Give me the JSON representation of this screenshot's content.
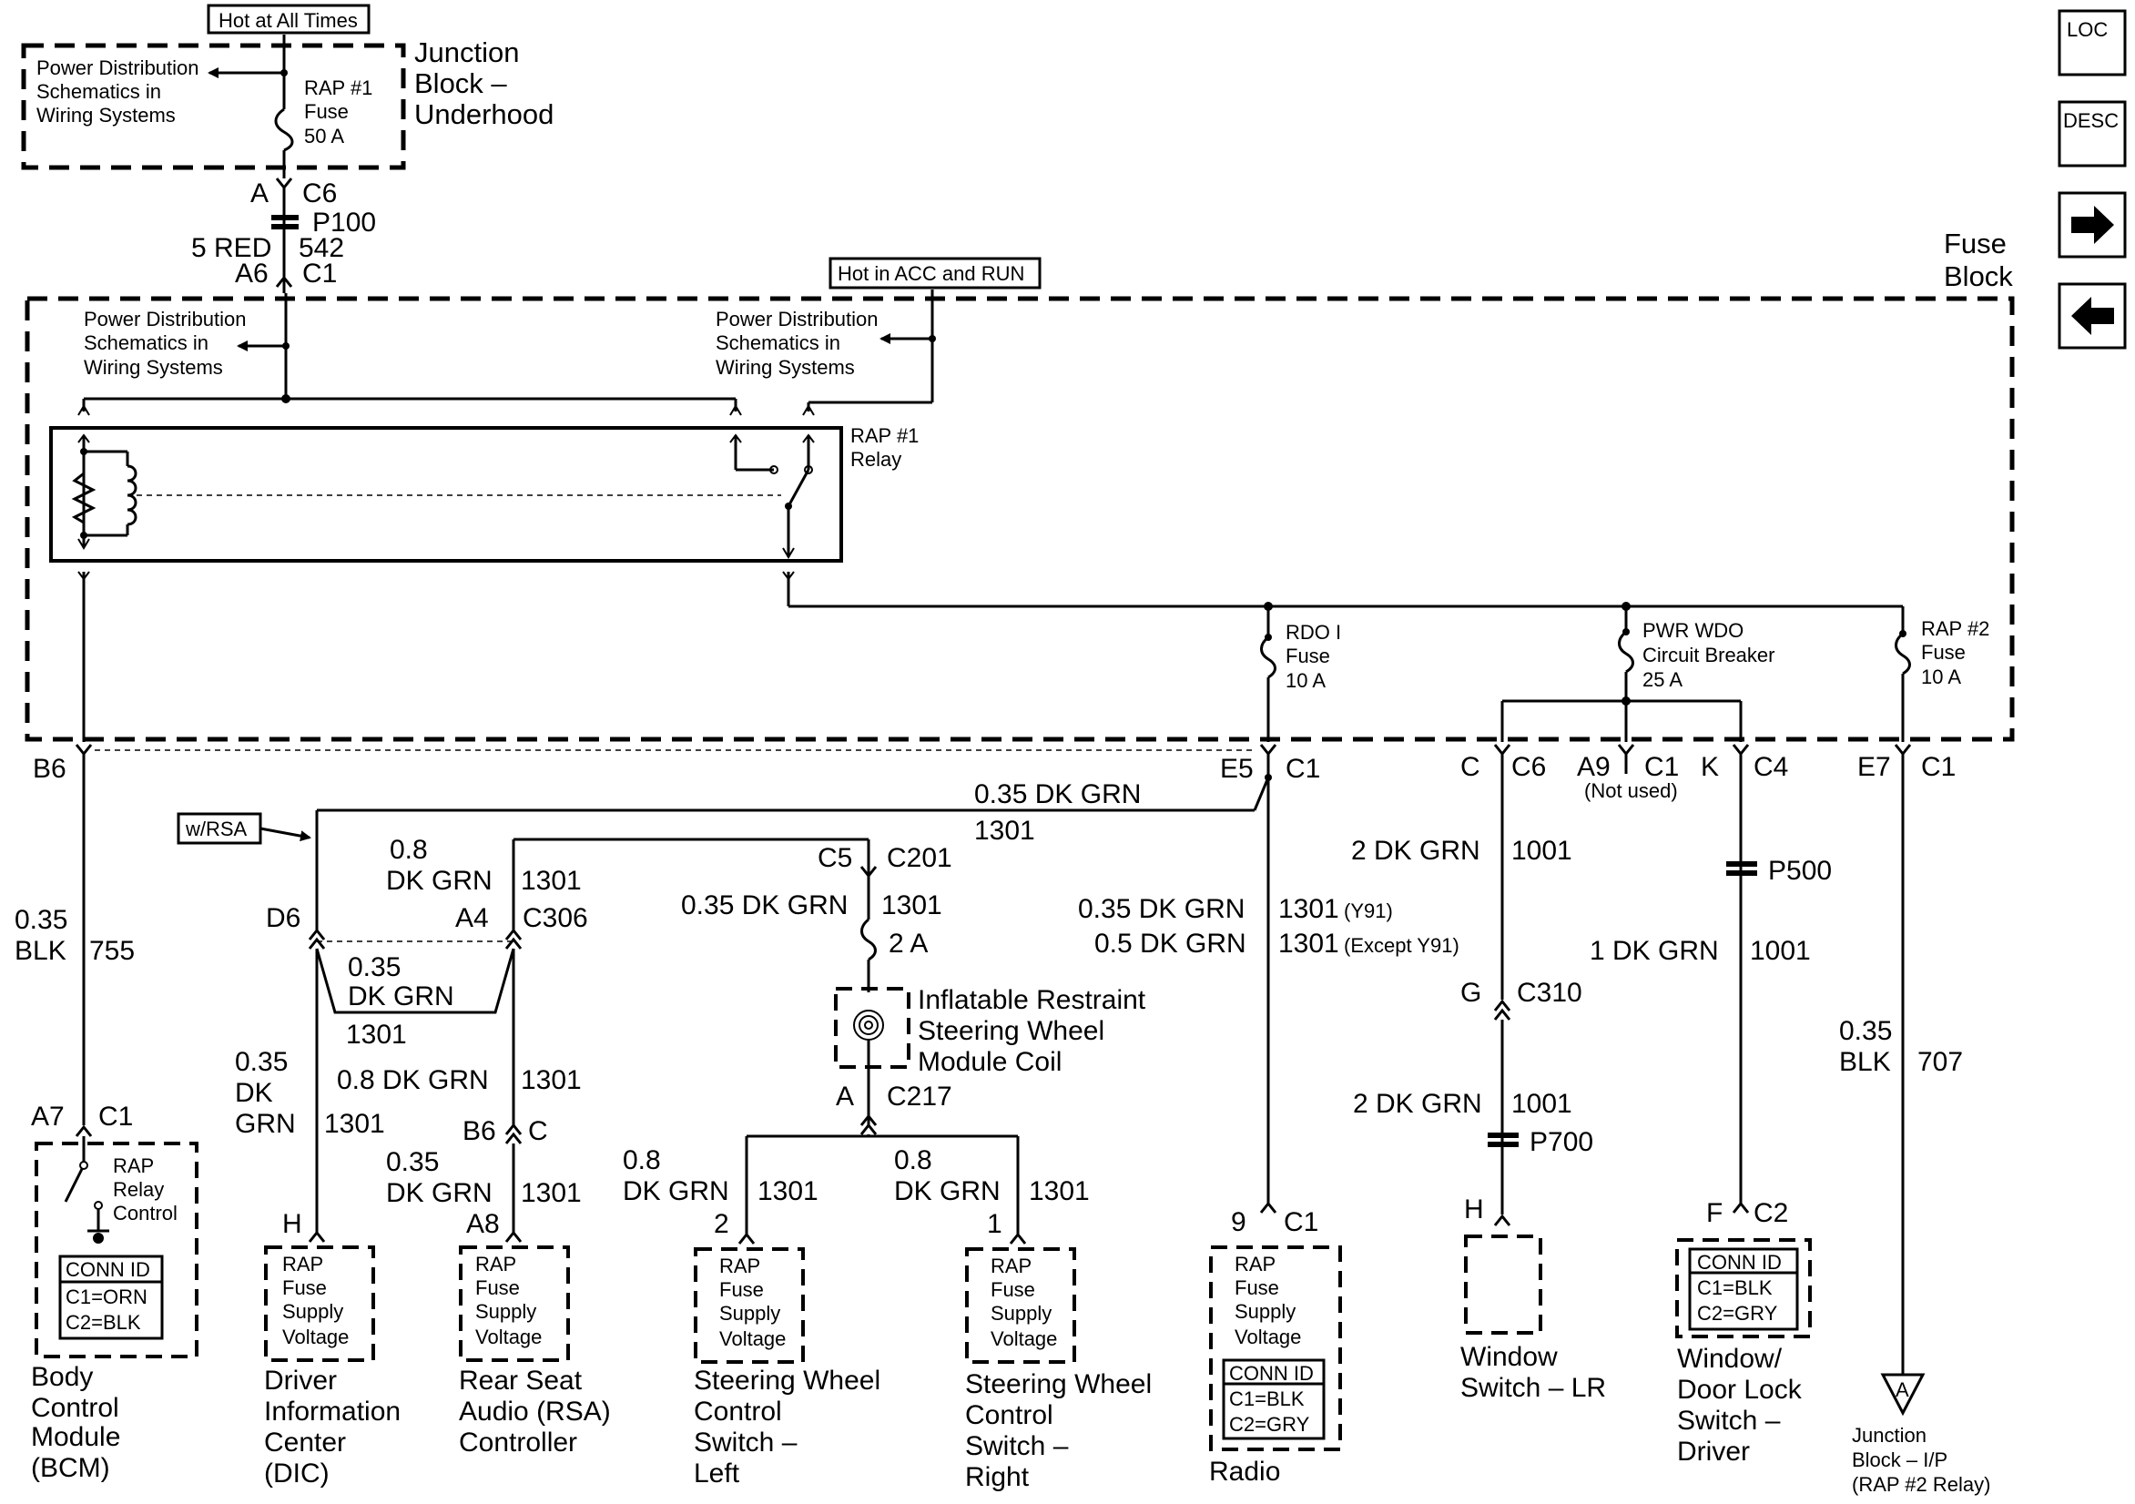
{
  "nav": {
    "loc_label": "LOC",
    "desc_label": "DESC"
  },
  "tags": {
    "hot_all_times": "Hot at All Times",
    "hot_acc_run": "Hot in ACC and RUN",
    "w_rsa": "w/RSA"
  },
  "underhood": {
    "title_lines": [
      "Junction",
      "Block –",
      "Underhood"
    ],
    "pds_lines": [
      "Power Distribution",
      "Schematics in",
      "Wiring Systems"
    ],
    "fuse_lines": [
      "RAP #1",
      "Fuse",
      "50 A"
    ]
  },
  "feed": {
    "pin_a": "A",
    "conn_c6": "C6",
    "p100": "P100",
    "wire_size_color": "5 RED",
    "circuit": "542",
    "pin_a6": "A6",
    "conn_c1": "C1"
  },
  "fuse_block": {
    "title_lines": [
      "Fuse",
      "Block"
    ],
    "pds_left_lines": [
      "Power Distribution",
      "Schematics in",
      "Wiring Systems"
    ],
    "pds_right_lines": [
      "Power Distribution",
      "Schematics in",
      "Wiring Systems"
    ],
    "relay_lines": [
      "RAP #1",
      "Relay"
    ],
    "rdo_fuse_lines": [
      "RDO I",
      "Fuse",
      "10 A"
    ],
    "pwr_wdo_lines": [
      "PWR WDO",
      "Circuit Breaker",
      "25 A"
    ],
    "rap2_fuse_lines": [
      "RAP #2",
      "Fuse",
      "10 A"
    ]
  },
  "outputs": {
    "b6": "B6",
    "e5": "E5",
    "e5_conn": "C1",
    "c": "C",
    "c_conn": "C6",
    "a9": "A9",
    "a9_conn": "C1",
    "not_used": "(Not used)",
    "k": "K",
    "k_conn": "C4",
    "e7": "E7",
    "e7_conn": "C1"
  },
  "bcm_branch": {
    "wire_size": "0.35",
    "wire_color": "BLK",
    "circuit": "755",
    "pin": "A7",
    "conn": "C1",
    "switch_lines": [
      "RAP",
      "Relay",
      "Control"
    ],
    "conn_id_lines": [
      "CONN ID",
      "C1=ORN",
      "C2=BLK"
    ],
    "label_lines": [
      "Body",
      "Control",
      "Module",
      "(BCM)"
    ]
  },
  "rdo_branch": {
    "top_wire": "0.35 DK GRN",
    "top_circuit": "1301",
    "wire_y91": "0.35 DK GRN",
    "circuit_y91": "1301",
    "note_y91": "(Y91)",
    "wire_except": "0.5 DK GRN",
    "circuit_except": "1301",
    "note_except": "(Except Y91)",
    "rsa_wire_size": "0.8",
    "rsa_wire_color": "DK GRN",
    "rsa_circuit": "1301",
    "pin_d6": "D6",
    "pin_a4": "A4",
    "conn_c306": "C306",
    "splice_size": "0.35",
    "splice_color": "DK GRN",
    "splice_circuit": "1301",
    "pin_c5": "C5",
    "conn_c201": "C201",
    "coil_wire": "0.35 DK GRN",
    "coil_circuit": "1301",
    "coil_fuse": "2 A",
    "coil_lines": [
      "Inflatable Restraint",
      "Steering Wheel",
      "Module Coil"
    ],
    "pin_a": "A",
    "conn_c217": "C217",
    "dic_wire_lines": [
      "0.35",
      "DK",
      "GRN"
    ],
    "dic_circuit": "1301",
    "rsa2_wire": "0.8 DK GRN",
    "rsa2_circuit": "1301",
    "pin_b6": "B6",
    "conn_c": "C",
    "rsa3_wire_lines": [
      "0.35",
      "DK GRN"
    ],
    "rsa3_circuit": "1301",
    "pin_a8": "A8",
    "pin_h": "H",
    "swl_wire_lines": [
      "0.8",
      "DK GRN"
    ],
    "swl_circuit": "1301",
    "swl_pin": "2",
    "swr_wire_lines": [
      "0.8",
      "DK GRN"
    ],
    "swr_circuit": "1301",
    "swr_pin": "1",
    "radio_pin": "9",
    "radio_conn": "C1"
  },
  "module_text": {
    "supply_lines": [
      "RAP",
      "Fuse",
      "Supply",
      "Voltage"
    ],
    "dic_lines": [
      "Driver",
      "Information",
      "Center",
      "(DIC)"
    ],
    "rsa_lines": [
      "Rear Seat",
      "Audio (RSA)",
      "Controller"
    ],
    "swl_lines": [
      "Steering Wheel",
      "Control",
      "Switch –",
      "Left"
    ],
    "swr_lines": [
      "Steering Wheel",
      "Control",
      "Switch –",
      "Right"
    ],
    "radio_conn_id_lines": [
      "CONN ID",
      "C1=BLK",
      "C2=GRY"
    ],
    "radio_label": "Radio"
  },
  "window_branch": {
    "wire1": "2 DK GRN",
    "circuit1": "1001",
    "pin_g": "G",
    "conn_c310": "C310",
    "wire2": "2 DK GRN",
    "circuit2": "1001",
    "p700": "P700",
    "pin_h": "H",
    "lr_lines": [
      "Window",
      "Switch – LR"
    ],
    "p500": "P500",
    "wire3": "1 DK GRN",
    "circuit3": "1001",
    "pin_f": "F",
    "conn_c2": "C2",
    "driver_conn_id_lines": [
      "CONN ID",
      "C1=BLK",
      "C2=GRY"
    ],
    "driver_lines": [
      "Window/",
      "Door Lock",
      "Switch –",
      "Driver"
    ]
  },
  "rap2_branch": {
    "wire_size": "0.35",
    "wire_color": "BLK",
    "circuit": "707",
    "ref_letter": "A",
    "label_lines": [
      "Junction",
      "Block – I/P",
      "(RAP #2 Relay)"
    ]
  }
}
